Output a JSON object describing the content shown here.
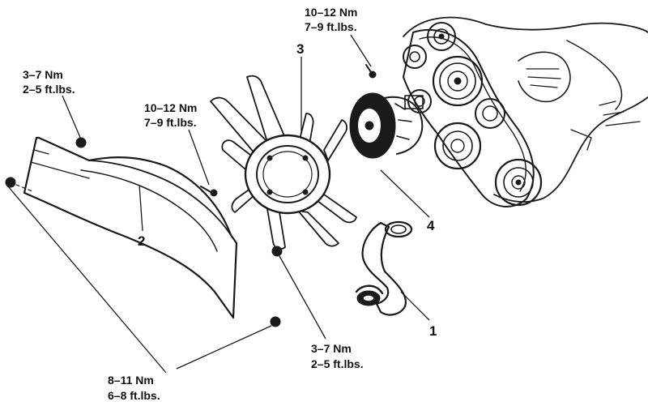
{
  "torque_specs": {
    "shroud_upper_bolt": {
      "nm": "3–7 Nm",
      "ftlbs": "2–5 ft.lbs."
    },
    "shroud_mid_bolt": {
      "nm": "10–12 Nm",
      "ftlbs": "7–9 ft.lbs."
    },
    "pump_bolt": {
      "nm": "10–12 Nm",
      "ftlbs": "7–9 ft.lbs."
    },
    "shroud_right_bolt": {
      "nm": "3–7 Nm",
      "ftlbs": "2–5 ft.lbs."
    },
    "shroud_lower_bolts": {
      "nm": "8–11 Nm",
      "ftlbs": "6–8 ft.lbs."
    }
  },
  "callouts": {
    "hose": "1",
    "shroud": "2",
    "fan": "3",
    "fan_clutch": "4"
  }
}
